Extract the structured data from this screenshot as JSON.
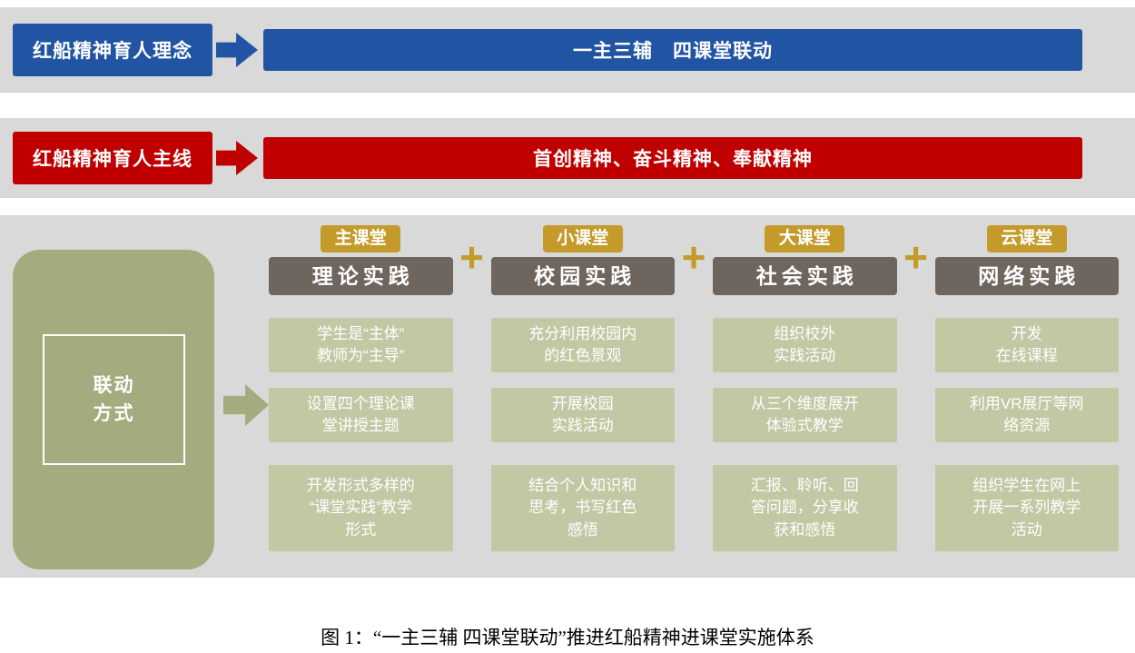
{
  "rows": [
    {
      "label": "红船精神育人理念",
      "bar": "一主三辅　四课堂联动"
    },
    {
      "label": "红船精神育人主线",
      "bar": "首创精神、奋斗精神、奉献精神"
    }
  ],
  "linkage_label": "联动\n方式",
  "plus": "+",
  "columns": [
    {
      "badge": "主课堂",
      "header": "理论实践",
      "items": [
        "学生是“主体”\n教师为“主导”",
        "设置四个理论课\n堂讲授主题",
        "开发形式多样的\n“课堂实践”教学\n形式"
      ]
    },
    {
      "badge": "小课堂",
      "header": "校园实践",
      "items": [
        "充分利用校园内\n的红色景观",
        "开展校园\n实践活动",
        "结合个人知识和\n思考，书写红色\n感悟"
      ]
    },
    {
      "badge": "大课堂",
      "header": "社会实践",
      "items": [
        "组织校外\n实践活动",
        "从三个维度展开\n体验式教学",
        "汇报、聆听、回\n答问题，分享收\n获和感悟"
      ]
    },
    {
      "badge": "云课堂",
      "header": "网络实践",
      "items": [
        "开发\n在线课程",
        "利用VR展厅等网\n络资源",
        "组织学生在网上\n开展一系列教学\n活动"
      ]
    }
  ],
  "caption": "图 1：“一主三辅 四课堂联动”推进红船精神进课堂实施体系",
  "colors": {
    "blue": "#2154A3",
    "red": "#C00000",
    "band_gray": "#D9D9D9",
    "olive": "#A4AB7F",
    "light_green": "#C2C8A4",
    "header_gray": "#6E655F",
    "gold": "#C49A2A"
  }
}
